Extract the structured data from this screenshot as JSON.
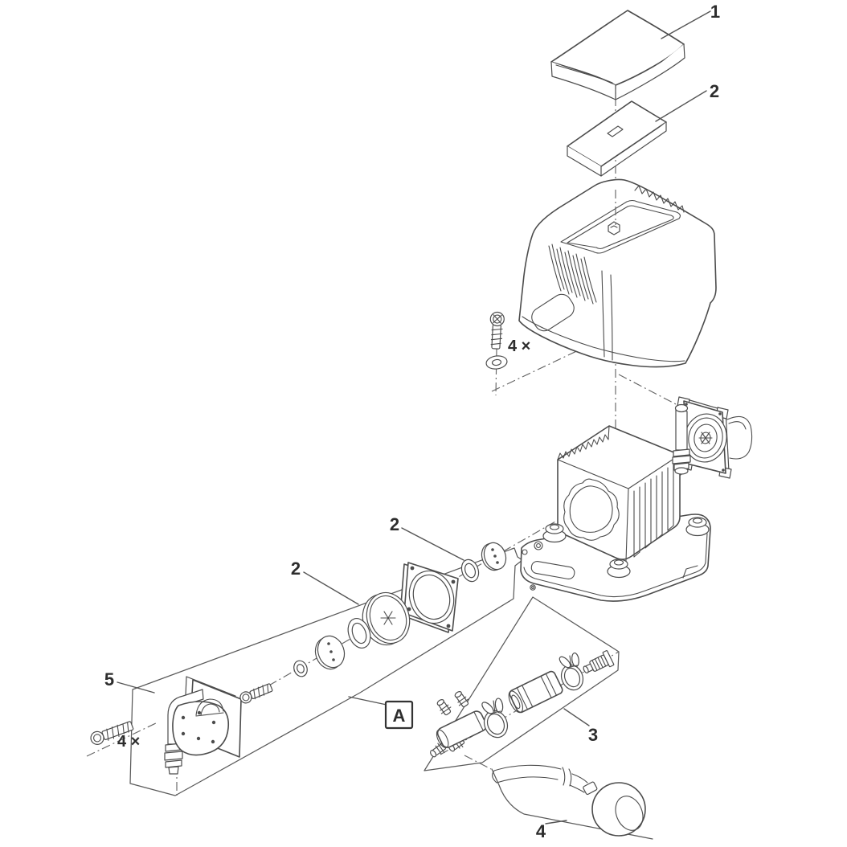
{
  "figure": {
    "type": "exploded-parts-diagram",
    "background": "#ffffff",
    "line_color": "#4c4c4c",
    "label_color": "#2d2d2d"
  },
  "callouts": {
    "part1": "1",
    "part2_top": "2",
    "part2_mid_right": "2",
    "part2_mid_left": "2",
    "part3": "3",
    "part4": "4",
    "part5": "5",
    "screw_qty_top": "4 ×",
    "screw_qty_bottom": "4 ×",
    "detail_ref": "A"
  }
}
